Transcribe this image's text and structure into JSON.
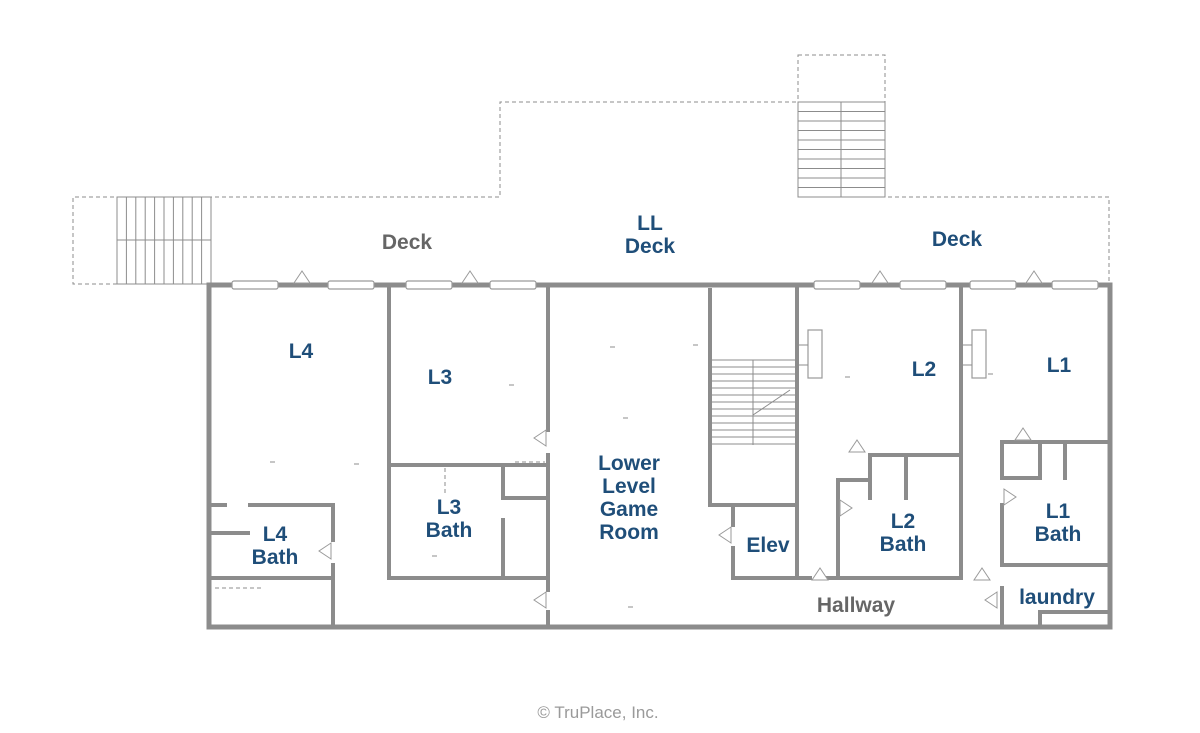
{
  "rooms": {
    "deck_left": "Deck",
    "ll_deck": [
      "LL",
      "Deck"
    ],
    "deck_right": "Deck",
    "l4": "L4",
    "l3": "L3",
    "l2": "L2",
    "l1": "L1",
    "l4_bath": [
      "L4",
      "Bath"
    ],
    "l3_bath": [
      "L3",
      "Bath"
    ],
    "game_room": [
      "Lower",
      "Level",
      "Game",
      "Room"
    ],
    "elev": "Elev",
    "l2_bath": [
      "L2",
      "Bath"
    ],
    "l1_bath": [
      "L1",
      "Bath"
    ],
    "laundry": "laundry",
    "hallway": "Hallway"
  },
  "copyright": "© TruPlace, Inc."
}
